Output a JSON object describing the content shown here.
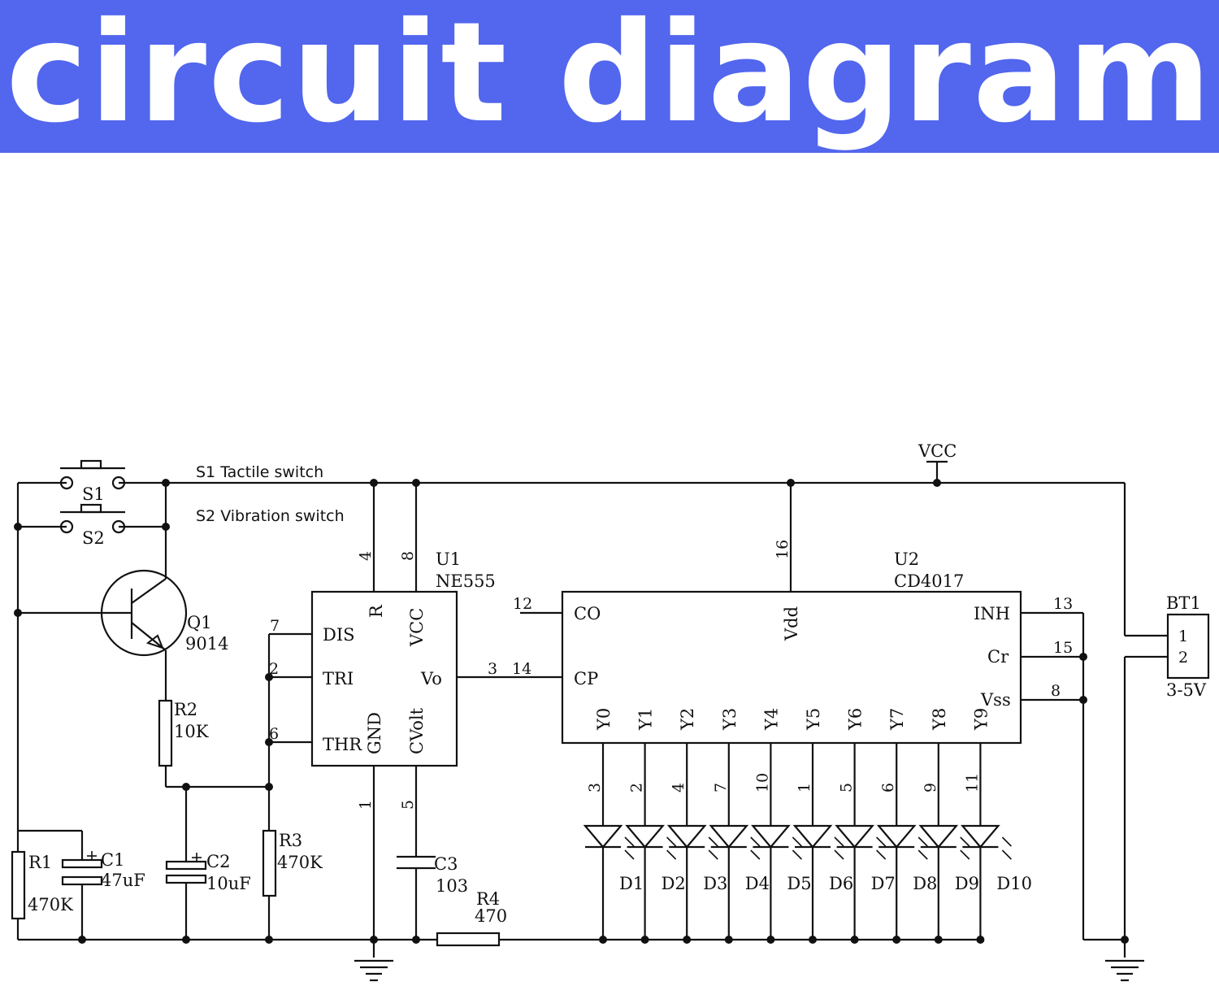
{
  "banner": {
    "title": "circuit diagram",
    "color": "#5266ee"
  },
  "notes": {
    "s1": "S1 Tactile switch",
    "s2": "S2 Vibration switch"
  },
  "labels": {
    "vcc": "VCC",
    "u1_ref": "U1",
    "u1_part": "NE555",
    "u2_ref": "U2",
    "u2_part": "CD4017",
    "bt1_ref": "BT1",
    "bt1_value": "3-5V",
    "bt1_pin1": "1",
    "bt1_pin2": "2",
    "s1": "S1",
    "s2": "S2",
    "q1_ref": "Q1",
    "q1_part": "9014",
    "r1_ref": "R1",
    "r1_value": "470K",
    "r2_ref": "R2",
    "r2_value": "10K",
    "r3_ref": "R3",
    "r3_value": "470K",
    "r4_ref": "R4",
    "r4_value": "470",
    "c1_ref": "C1",
    "c1_value": "47uF",
    "c2_ref": "C2",
    "c2_value": "10uF",
    "c3_ref": "C3",
    "c3_value": "103"
  },
  "u1_pins": {
    "dis": "DIS",
    "tri": "TRI",
    "thr": "THR",
    "r": "R",
    "vcc": "VCC",
    "vo": "Vo",
    "gnd": "GND",
    "cvolt": "CVolt",
    "n4": "4",
    "n8": "8",
    "n7": "7",
    "n2": "2",
    "n6": "6",
    "n1": "1",
    "n5": "5",
    "n3": "3"
  },
  "u2_pins": {
    "co": "CO",
    "cp": "CP",
    "vdd": "Vdd",
    "inh": "INH",
    "cr": "Cr",
    "vss": "Vss",
    "n12": "12",
    "n14": "14",
    "n16": "16",
    "n13": "13",
    "n15": "15",
    "n8": "8"
  },
  "outputs": [
    {
      "name": "Y0",
      "pin": "3",
      "diode": "D1"
    },
    {
      "name": "Y1",
      "pin": "2",
      "diode": "D2"
    },
    {
      "name": "Y2",
      "pin": "4",
      "diode": "D3"
    },
    {
      "name": "Y3",
      "pin": "7",
      "diode": "D4"
    },
    {
      "name": "Y4",
      "pin": "10",
      "diode": "D5"
    },
    {
      "name": "Y5",
      "pin": "1",
      "diode": "D6"
    },
    {
      "name": "Y6",
      "pin": "5",
      "diode": "D7"
    },
    {
      "name": "Y7",
      "pin": "6",
      "diode": "D8"
    },
    {
      "name": "Y8",
      "pin": "9",
      "diode": "D9"
    },
    {
      "name": "Y9",
      "pin": "11",
      "diode": "D10"
    }
  ]
}
